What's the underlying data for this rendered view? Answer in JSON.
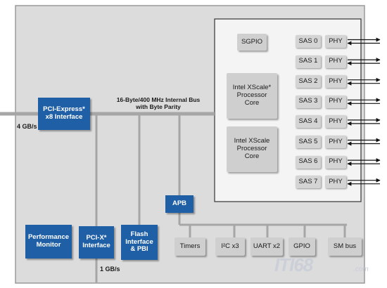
{
  "diagram": {
    "bus_label_line1": "16-Byte/400 MHz Internal Bus",
    "bus_label_line2": "with Byte Parity",
    "pcie_bandwidth": "4 GB/s",
    "pcix_bandwidth": "1 GB/s",
    "pcie_block": "PCI-Express*\nx8 Interface",
    "apb_block": "APB",
    "performance_monitor": "Performance\nMonitor",
    "pcix_block": "PCI-X*\nInterface",
    "flash_block": "Flash\nInterface\n& PBI",
    "sgpio": "SGPIO",
    "core1": "Intel XScale*\nProcessor\nCore",
    "core2": "Intel XScale\nProcessor\nCore",
    "sas_ports": [
      "SAS 0",
      "SAS 1",
      "SAS 2",
      "SAS 3",
      "SAS 4",
      "SAS 5",
      "SAS 6",
      "SAS 7"
    ],
    "phy_label": "PHY",
    "peripherals": [
      "Timers",
      "I²C x3",
      "UART x2",
      "GPIO",
      "SM bus"
    ]
  },
  "watermark": {
    "main": "ITI68",
    "sub": ".com"
  },
  "colors": {
    "blue_block": "#1f5fa6",
    "panel": "#d9d9d9",
    "chip": "#d4d4d4"
  }
}
